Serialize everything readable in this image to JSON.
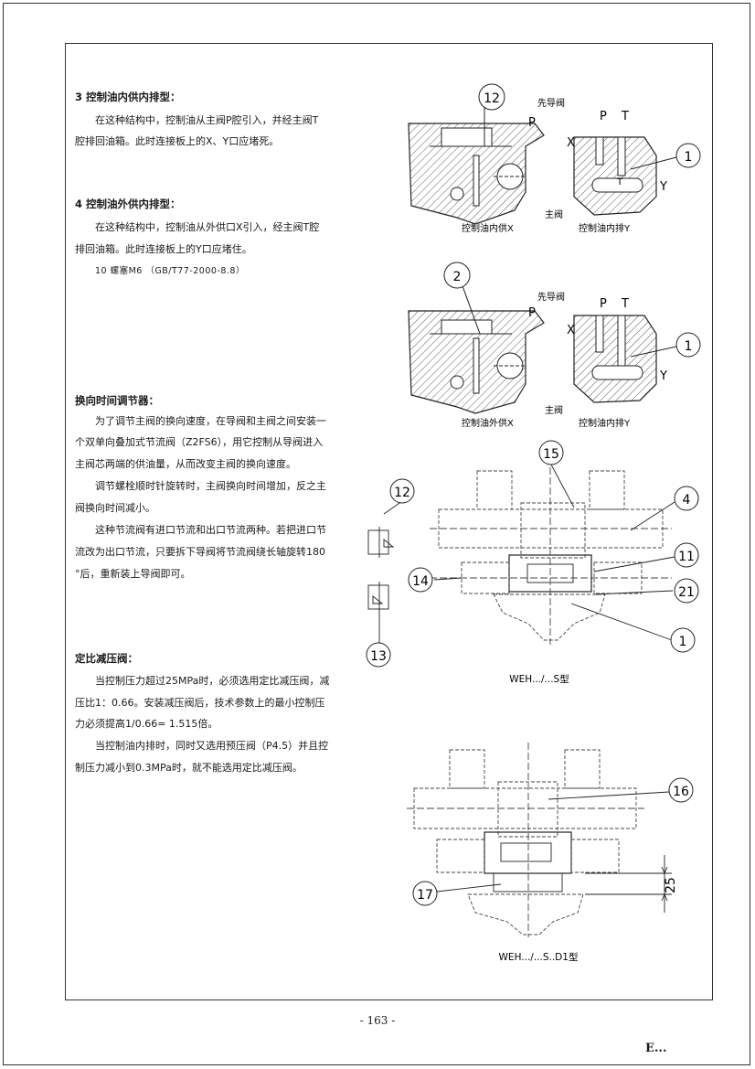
{
  "sections": {
    "s3_title": "3 控制油内供内排型：",
    "s3_line1": "在这种结构中，控制油从主阀P腔引入，并经主阀T",
    "s3_line2": "腔排回油箱。此时连接板上的X、Y口应堵死。",
    "s4_title": "4 控制油外供内排型：",
    "s4_line1": "在这种结构中，控制油从外供口X引入，经主阀T腔",
    "s4_line2": "排回油箱。此时连接板上的Y口应堵住。",
    "s4_note": "10  螺塞M6 （GB/T77-2000-8.8）",
    "s5_title": "换向时间调节器：",
    "s5_lines": [
      "为了调节主阀的换向速度，在导阀和主阀之间安装一",
      "个双单向叠加式节流阀（Z2FS6），用它控制从导阀进入",
      "主阀芯两端的供油量，从而改变主阀的换向速度。",
      "调节螺栓顺时针旋转时，主阀换向时间增加，反之主",
      "阀换向时间减小。",
      "这种节流阀有进口节流和出口节流两种。若把进口节",
      "流改为出口节流，只要拆下导阀将节流阀绕长轴旋转180",
      "°后，重新装上导阀即可。"
    ],
    "s6_title": "定比减压阀：",
    "s6_lines": [
      "当控制压力超过25MPa时，必须选用定比减压阀，减",
      "压比1：0.66。安装减压阀后，技术参数上的最小控制压",
      "力必须提高1/0.66= 1.515倍。",
      "当控制油内排时，同时又选用预压阀（P4.5）并且控",
      "制压力减小到0.3MPa时，就不能选用定比减压阀。"
    ]
  },
  "figures": {
    "fig1": {
      "callout_left": "12",
      "callout_right": "1",
      "label_P": "P",
      "label_X": "X",
      "label_Y": "Y",
      "label_P2": "P",
      "label_T": "T",
      "label_T2": "T",
      "pilot": "先导阀",
      "main": "主阀",
      "cap_left": "控制油内供X",
      "cap_right": "控制油内排Y"
    },
    "fig2": {
      "callout_left": "2",
      "callout_right": "1",
      "label_P": "P",
      "label_X": "X",
      "label_Y": "Y",
      "label_P2": "P",
      "label_T": "T",
      "pilot": "先导阀",
      "main": "主阀",
      "cap_left": "控制油外供X",
      "cap_right": "控制油内排Y"
    },
    "fig3": {
      "c15": "15",
      "c4": "4",
      "c11": "11",
      "c14": "14",
      "c21": "21",
      "c1": "1",
      "c12": "12",
      "c13": "13",
      "caption": "WEH.../...S型"
    },
    "fig4": {
      "c16": "16",
      "c17": "17",
      "dim": "25",
      "caption": "WEH.../...S..D1型"
    }
  },
  "footer": {
    "page": "- 163 -",
    "logo": "E..."
  }
}
